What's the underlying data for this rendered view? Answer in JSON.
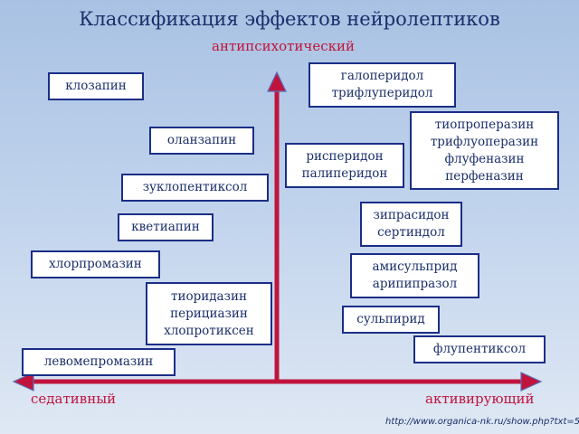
{
  "title": "Классификация эффектов нейролептиков",
  "axes": {
    "top": "антипсихотический",
    "left": "седативный",
    "right": "активирующий"
  },
  "drugs": {
    "clozapine": [
      "клозапин"
    ],
    "olanzapine": [
      "оланзапин"
    ],
    "zuclopenthixol": [
      "зуклопентиксол"
    ],
    "quetiapine": [
      "кветиапин"
    ],
    "chlorpromazine": [
      "хлорпромазин"
    ],
    "thioridazine_group": [
      "тиоридазин",
      "перициазин",
      "хлопротиксен"
    ],
    "levomepromazine": [
      "левомепромазин"
    ],
    "haloperidol_group": [
      "галоперидол",
      "трифлуперидол"
    ],
    "thioproperazine_group": [
      "тиопроперазин",
      "трифлуоперазин",
      "флуфеназин",
      "перфеназин"
    ],
    "risperidone_group": [
      "рисперидон",
      "палиперидон"
    ],
    "ziprasidone_group": [
      "зипрасидон",
      "сертиндол"
    ],
    "amisulpride_group": [
      "амисульприд",
      "арипипразол"
    ],
    "sulpiride": [
      "сульпирид"
    ],
    "flupentixol": [
      "флупентиксол"
    ]
  },
  "source_url": "http://www.organica-nk.ru/show.php?txt=557"
}
